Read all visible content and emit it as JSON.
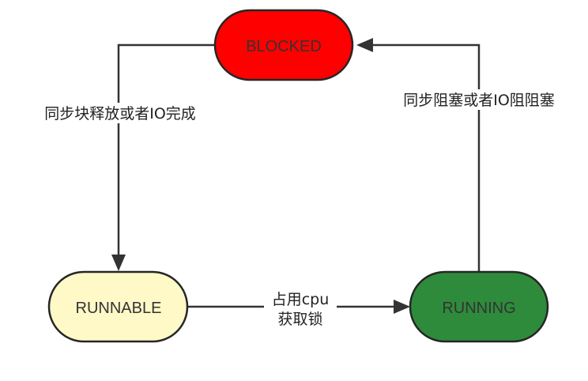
{
  "states": {
    "blocked": {
      "label": "BLOCKED",
      "fill": "#ff0000",
      "text_color": "#333333"
    },
    "runnable": {
      "label": "RUNNABLE",
      "fill": "#fff9c7",
      "text_color": "#333333"
    },
    "running": {
      "label": "RUNNING",
      "fill": "#2e8b3b",
      "text_color": "#333333"
    }
  },
  "transitions": {
    "blocked_to_runnable": {
      "from": "BLOCKED",
      "to": "RUNNABLE",
      "label": "同步块释放或者IO完成"
    },
    "running_to_blocked": {
      "from": "RUNNING",
      "to": "BLOCKED",
      "label": "同步阻塞或者IO阻阻塞"
    },
    "runnable_to_running": {
      "from": "RUNNABLE",
      "to": "RUNNING",
      "label_line1": "占用cpu",
      "label_line2": "获取锁"
    }
  },
  "colors": {
    "stroke": "#262626",
    "edge": "#333333"
  }
}
